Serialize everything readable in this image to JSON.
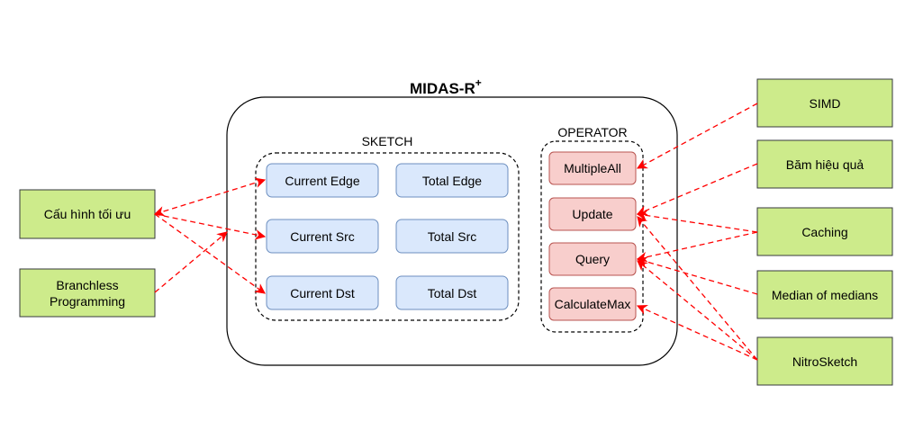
{
  "title": {
    "main": "MIDAS-R",
    "sup": "+"
  },
  "sketch": {
    "label": "SKETCH",
    "items": [
      "Current Edge",
      "Total Edge",
      "Current Src",
      "Total Src",
      "Current Dst",
      "Total Dst"
    ]
  },
  "operator": {
    "label": "OPERATOR",
    "items": [
      "MultipleAll",
      "Update",
      "Query",
      "CalculateMax"
    ]
  },
  "left_techniques": [
    "Cấu hình tối ưu",
    "Branchless Programming"
  ],
  "right_techniques": [
    "SIMD",
    "Băm hiệu quả",
    "Caching",
    "Median of medians",
    "NitroSketch"
  ],
  "colors": {
    "technique_fill": "#cdeb8b",
    "technique_stroke": "#36393d",
    "sketch_fill": "#dae8fc",
    "sketch_stroke": "#6c8ebf",
    "operator_fill": "#f8cecc",
    "operator_stroke": "#b85450",
    "arrow": "#ff0000"
  }
}
